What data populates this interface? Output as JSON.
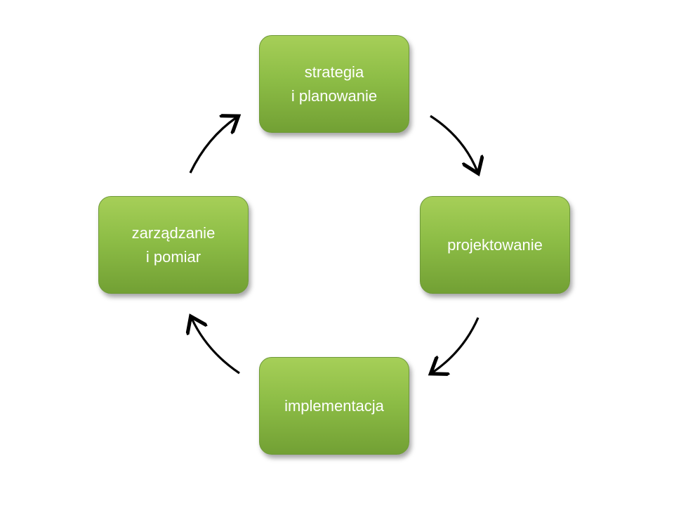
{
  "diagram": {
    "nodes": {
      "top": {
        "line1": "strategia",
        "line2": "i planowanie"
      },
      "right": {
        "line1": "projektowanie",
        "line2": ""
      },
      "bottom": {
        "line1": "implementacja",
        "line2": ""
      },
      "left": {
        "line1": "zarządzanie",
        "line2": "i pomiar"
      }
    },
    "colors": {
      "box_fill": "#8dbd46",
      "box_border": "#6f9a3a",
      "text": "#ffffff",
      "arrow": "#000000"
    }
  }
}
